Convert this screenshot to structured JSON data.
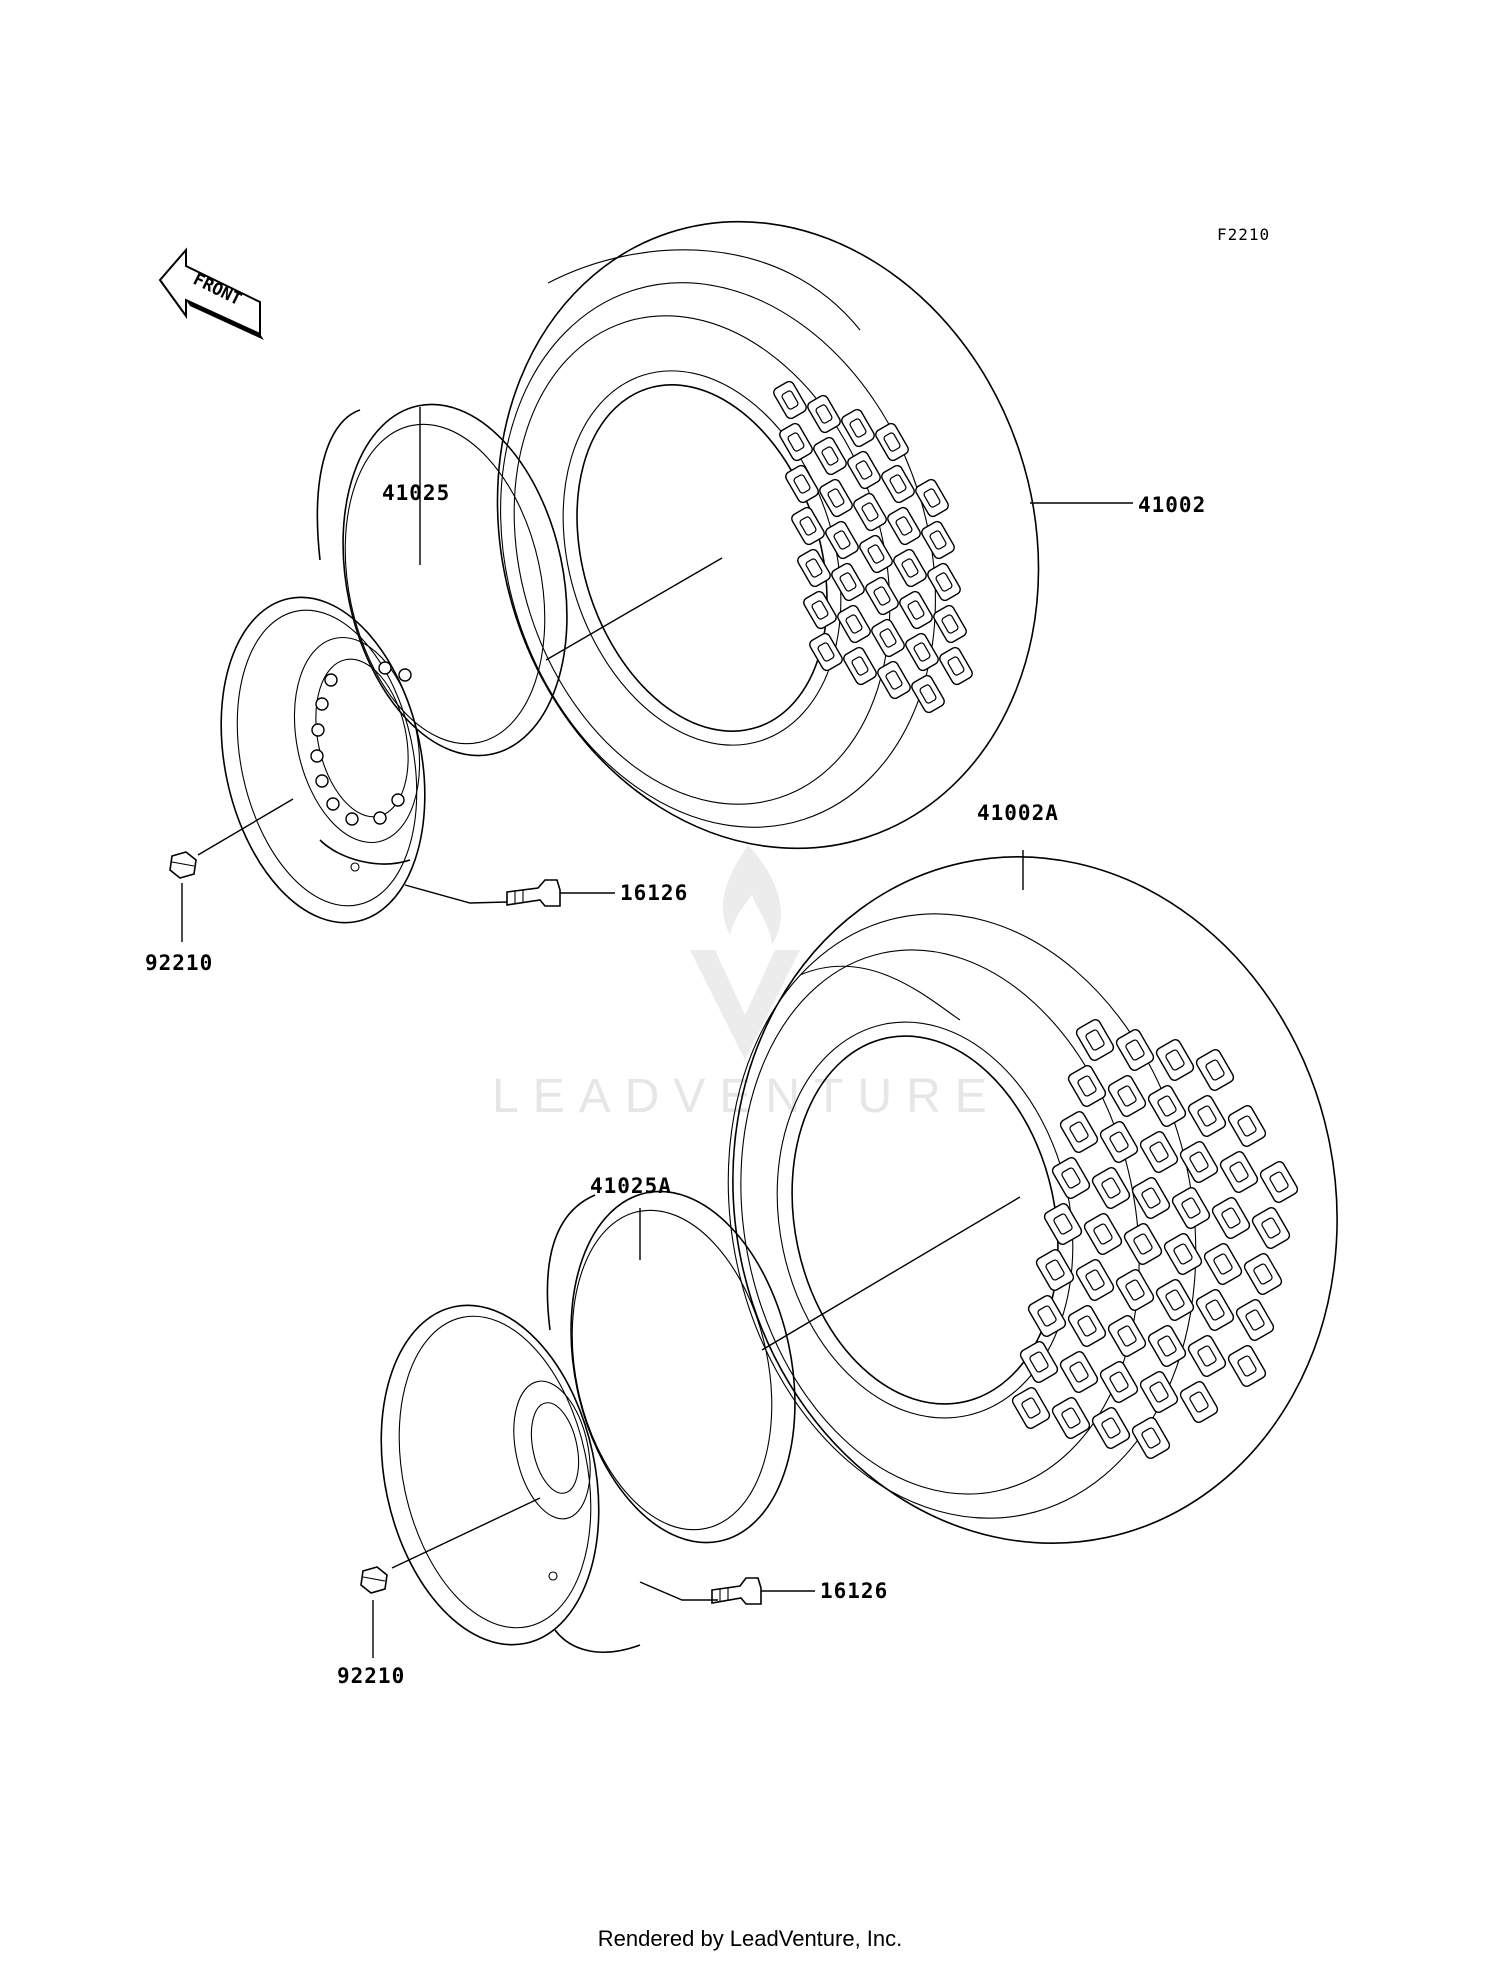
{
  "diagram": {
    "code": "F2210",
    "front_label": "FRONT",
    "watermark": "LEADVENTURE",
    "footer": "Rendered by LeadVenture, Inc.",
    "parts": [
      {
        "id": "tire_front",
        "label": "41002"
      },
      {
        "id": "tire_rear",
        "label": "41002A"
      },
      {
        "id": "wheel_front",
        "label": "41025"
      },
      {
        "id": "wheel_rear",
        "label": "41025A"
      },
      {
        "id": "valve_front",
        "label": "16126"
      },
      {
        "id": "valve_rear",
        "label": "16126"
      },
      {
        "id": "nut_front",
        "label": "92210"
      },
      {
        "id": "nut_rear",
        "label": "92210"
      }
    ]
  }
}
